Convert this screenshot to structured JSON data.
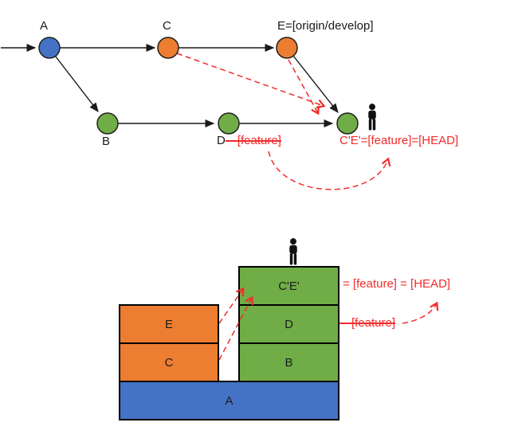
{
  "diagram_title": "git rebase commit graph and stack illustration",
  "colors": {
    "node_blue": "#4472C4",
    "node_orange": "#ED7D31",
    "node_green": "#70AD47",
    "annotation_red": "#f22b2b",
    "line_black": "#1a1a1a"
  },
  "commit_graph": {
    "node_a_label": "A",
    "node_c_label": "C",
    "node_e_label": "E=[origin/develop]",
    "node_b_label": "B",
    "node_d_label": "D",
    "node_d_old_branch": "—[feature]",
    "node_ce_label": "C'E'=[feature]=[HEAD]"
  },
  "stack_diagram": {
    "box_a_label": "A",
    "box_b_label": "B",
    "box_c_label": "C",
    "box_d_label": "D",
    "box_e_label": "E",
    "box_ce_label": "C'E'",
    "ce_annotation": "= [feature] = [HEAD]",
    "d_old_branch": "—[feature]"
  },
  "icons": {
    "head_pointer_top": "person-icon",
    "head_pointer_bottom": "person-icon"
  }
}
